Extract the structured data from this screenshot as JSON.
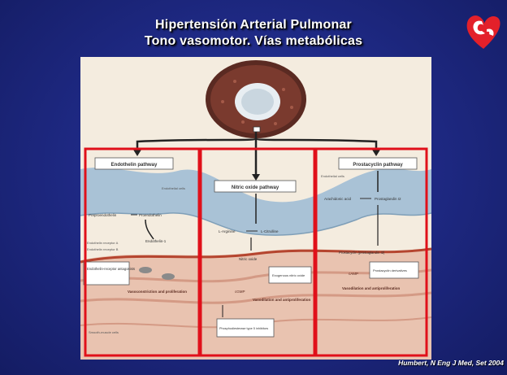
{
  "slide": {
    "title_line1": "Hipertensión Arterial Pulmonar",
    "title_line2": "Tono vasomotor. Vías metabólicas",
    "citation": "Humbert,  N  Eng J  Med, Set 2004",
    "colors": {
      "background": "#1f2a86",
      "highlight_box": "#e0101a",
      "logo": "#e3202a"
    }
  },
  "figure": {
    "endothelin": {
      "title": "Endothelin pathway",
      "label_endothelial_cells": "Endothelial cells",
      "label_preproendothelin": "Preproendothelin",
      "label_proendothelin": "Proendothelin",
      "label_endothelin1": "Endothelin-1",
      "label_receptor_a": "Endothelin receptor A",
      "label_receptor_b": "Endothelin receptor B",
      "label_antagonists": "Endothelin-receptor antagonists",
      "label_vasoconstriction": "Vasoconstriction and proliferation",
      "label_smooth_muscle": "Smooth-muscle cells"
    },
    "nitric_oxide": {
      "title": "Nitric oxide pathway",
      "label_larginine": "L-Arginine",
      "label_lcitrulline": "L-Citrulline",
      "label_nitric_oxide": "Nitric oxide",
      "label_exogenous_no": "Exogenous nitric oxide",
      "label_pde_inhibitors": "Phosphodiesterase type 5 inhibitors",
      "label_cgmp": "cGMP",
      "label_vasodilation": "Vasodilation and antiproliferation"
    },
    "prostacyclin": {
      "title": "Prostacyclin pathway",
      "label_arachidonic": "Arachidonic acid",
      "label_prostaglandin_i2": "Prostaglandin I2",
      "label_prostacyclin": "Prostacyclin (prostaglandin I2)",
      "label_derivatives": "Prostacyclin derivatives",
      "label_camp": "cAMP",
      "label_vasodilation": "Vasodilation and antiproliferation",
      "label_endothelial": "Endothelial cells"
    }
  }
}
